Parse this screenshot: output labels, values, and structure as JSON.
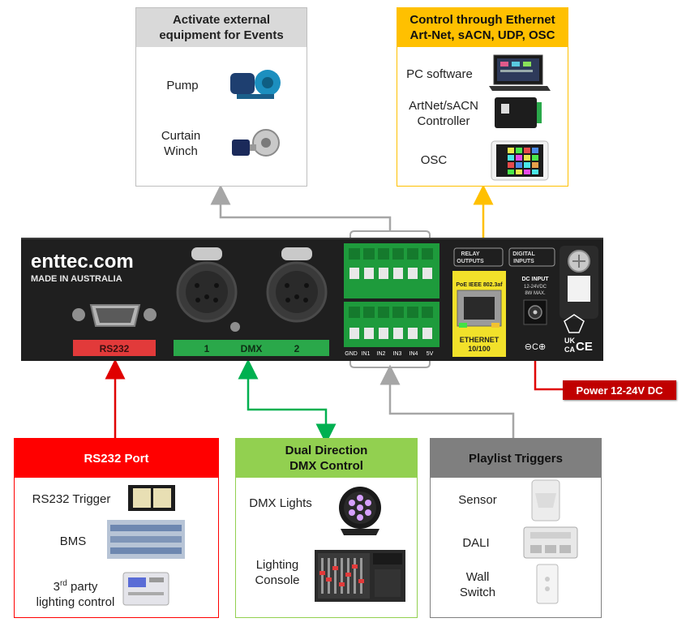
{
  "events_box": {
    "title_line1": "Activate external",
    "title_line2": "equipment for Events",
    "items": [
      {
        "label_line1": "Pump",
        "label_line2": ""
      },
      {
        "label_line1": "Curtain",
        "label_line2": "Winch"
      }
    ]
  },
  "ethernet_box": {
    "title_line1": "Control through Ethernet",
    "title_line2": "Art-Net, sACN, UDP, OSC",
    "items": [
      {
        "label_line1": "PC software",
        "label_line2": ""
      },
      {
        "label_line1": "ArtNet/sACN",
        "label_line2": "Controller"
      },
      {
        "label_line1": "OSC",
        "label_line2": ""
      }
    ]
  },
  "rs232_box": {
    "title": "RS232 Port",
    "items": [
      {
        "label_line1": "RS232 Trigger",
        "label_line2": ""
      },
      {
        "label_line1": "BMS",
        "label_line2": ""
      },
      {
        "label_line1_pre": "3",
        "label_line1_sup": "rd",
        "label_line1_post": " party",
        "label_line2": "lighting control"
      }
    ]
  },
  "dmx_box": {
    "title_line1": "Dual Direction",
    "title_line2": "DMX Control",
    "items": [
      {
        "label_line1": "DMX Lights",
        "label_line2": ""
      },
      {
        "label_line1": "Lighting",
        "label_line2": "Console"
      }
    ]
  },
  "playlist_box": {
    "title": "Playlist Triggers",
    "items": [
      {
        "label_line1": "Sensor",
        "label_line2": ""
      },
      {
        "label_line1": "DALI",
        "label_line2": ""
      },
      {
        "label_line1": "Wall",
        "label_line2": "Switch"
      }
    ]
  },
  "power_label": "Power 12-24V DC",
  "device": {
    "brand": "enttec.com",
    "made_in": "MADE IN AUSTRALIA",
    "rs232_label": "RS232",
    "dmx_port1": "1",
    "dmx_label": "DMX",
    "dmx_port2": "2",
    "relay_outputs_l1": "RELAY",
    "relay_outputs_l2": "OUTPUTS",
    "digital_inputs_l1": "DIGITAL",
    "digital_inputs_l2": "INPUTS",
    "poe_label": "PoE IEEE 802.3af",
    "ethernet_l1": "ETHERNET",
    "ethernet_l2": "10/100",
    "dc_input_l1": "DC INPUT",
    "dc_input_l2": "12-24VDC",
    "dc_input_l3": "8W MAX.",
    "terminal_labels": [
      "GND",
      "IN1",
      "IN2",
      "IN3",
      "IN4",
      "5V"
    ],
    "ukca_l1": "UK",
    "ukca_l2": "CA",
    "ce": "CE"
  },
  "colors": {
    "events_head": "#d9d9d9",
    "ethernet_head": "#ffc000",
    "rs232_head": "#ff0000",
    "dmx_head": "#92d050",
    "playlist_head": "#7f7f7f",
    "power_fill": "#c00000",
    "arrow_gray": "#a6a6a6",
    "arrow_yellow": "#ffc000",
    "arrow_red": "#e00000",
    "arrow_green": "#00b050"
  }
}
